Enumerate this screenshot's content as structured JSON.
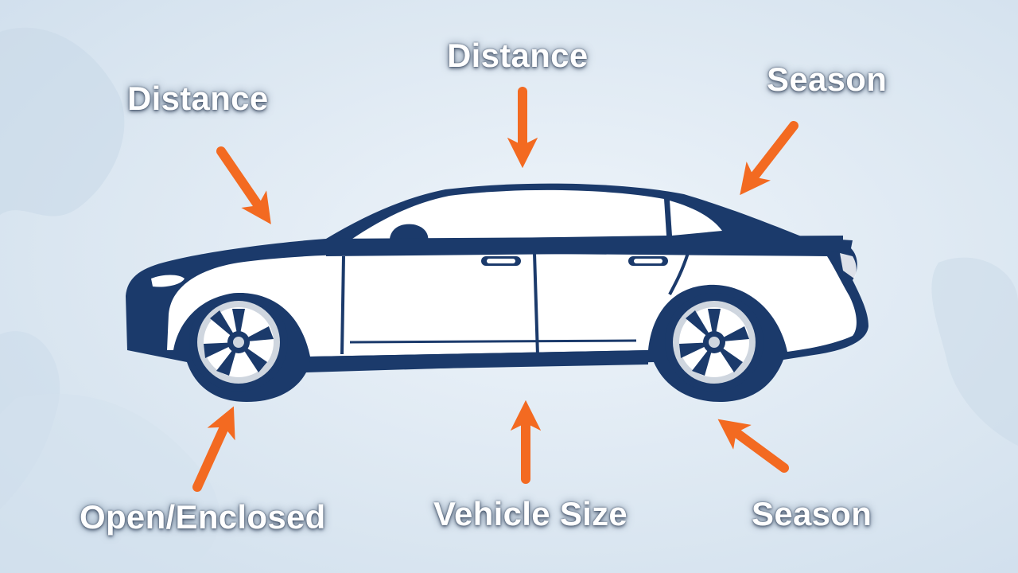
{
  "labels": {
    "top_left": "Distance",
    "top_center": "Distance",
    "top_right": "Season",
    "bottom_left": "Open/Enclosed",
    "bottom_center": "Vehicle Size",
    "bottom_right": "Season"
  },
  "colors": {
    "car": "#1b3a6b",
    "arrow": "#f36a21",
    "label_text": "#ffffff"
  },
  "icons": {
    "car": "sedan-car-icon",
    "arrow": "arrow-icon"
  }
}
